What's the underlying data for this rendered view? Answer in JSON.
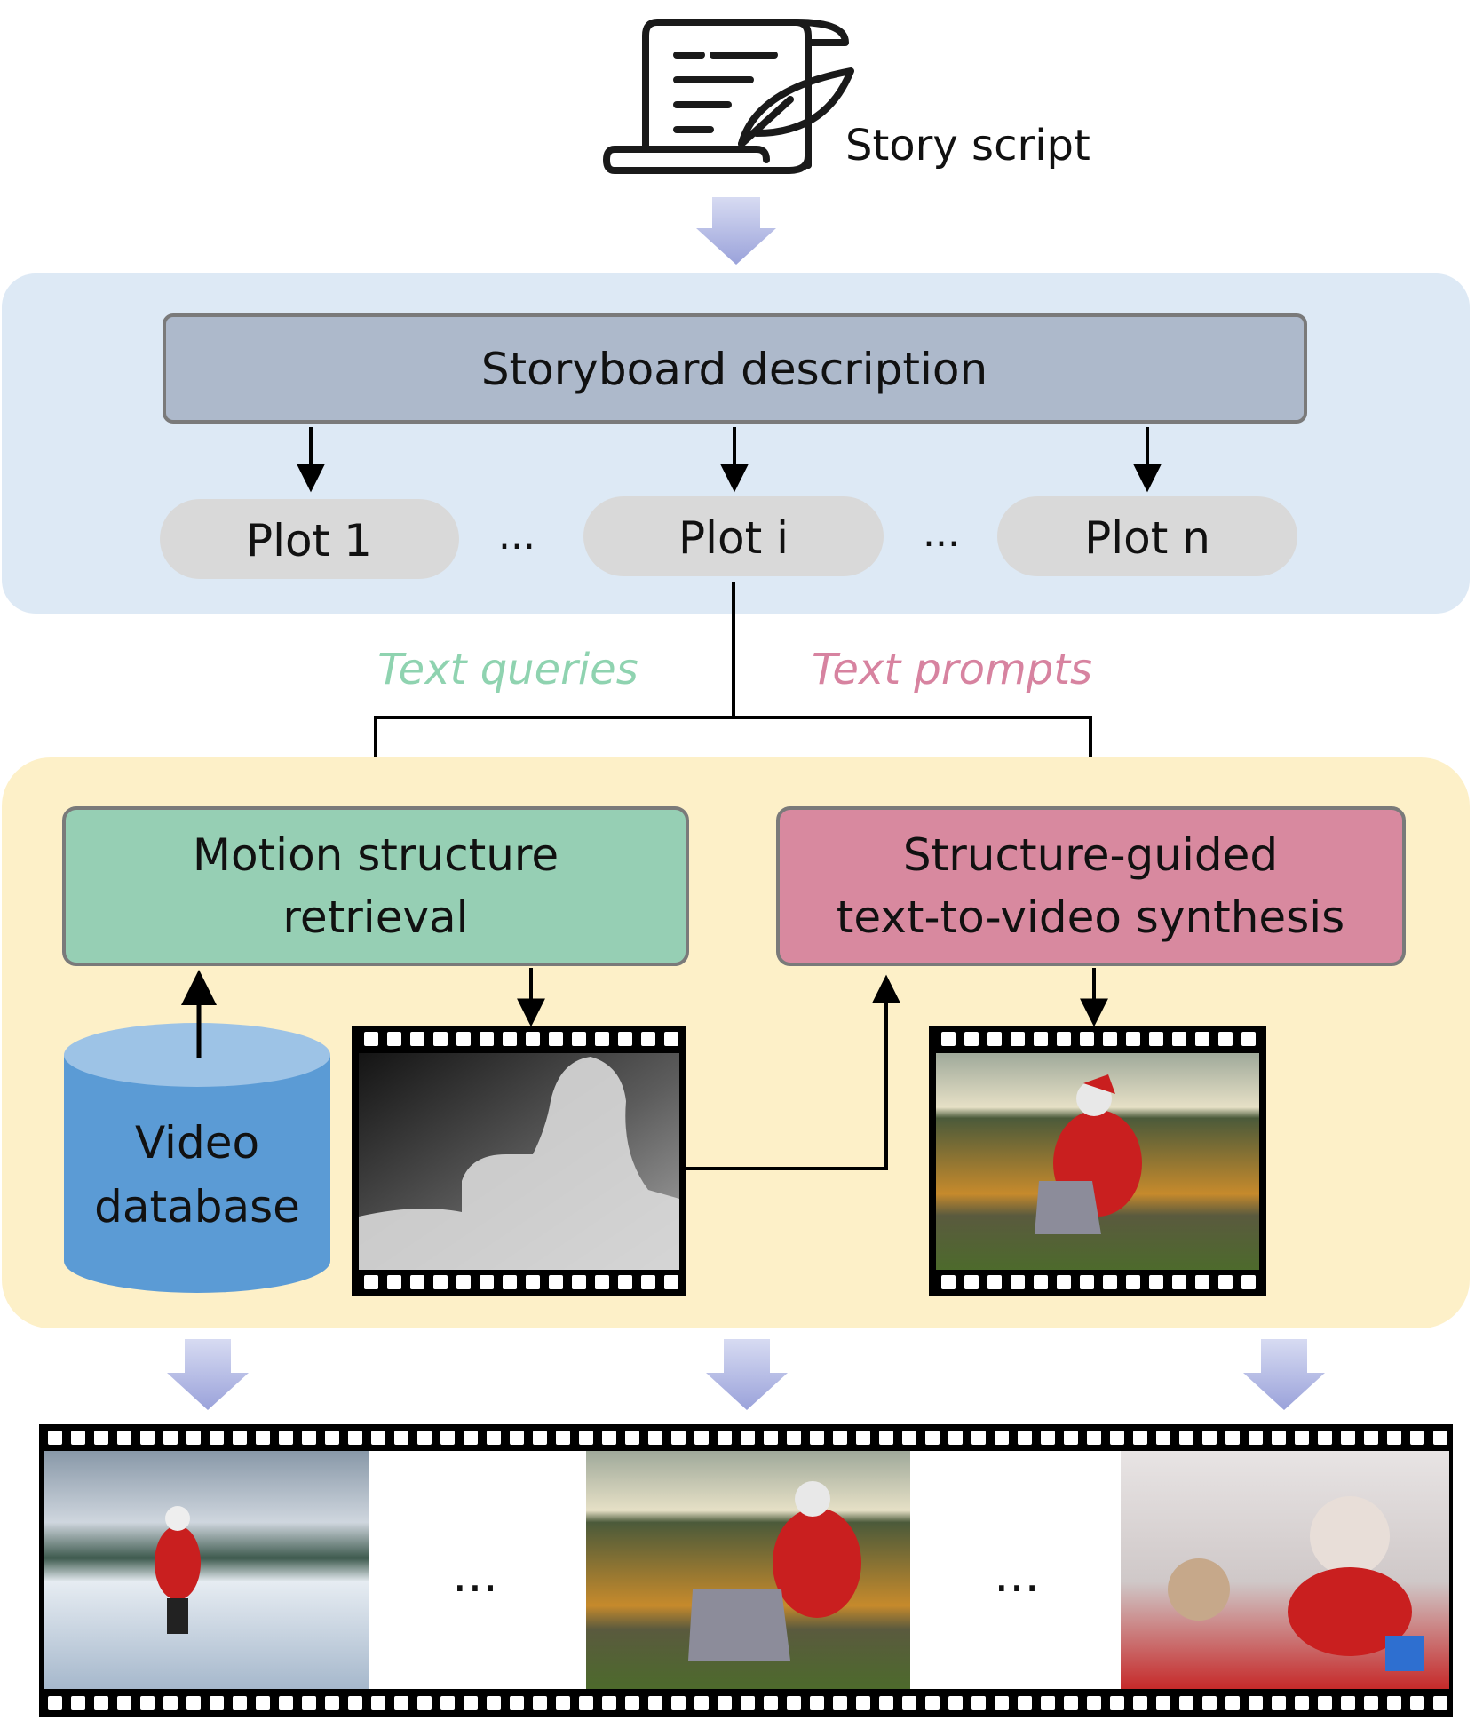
{
  "story": {
    "label": "Story script",
    "icon": "script-scroll-icon"
  },
  "storyboard": {
    "label": "Storyboard description"
  },
  "plots": [
    {
      "label": "Plot 1"
    },
    {
      "label": "Plot i"
    },
    {
      "label": "Plot n"
    }
  ],
  "ellipsis": "...",
  "edges": {
    "queries": "Text queries",
    "prompts": "Text prompts"
  },
  "retrieval": {
    "line1": "Motion structure",
    "line2": "retrieval"
  },
  "synthesis": {
    "line1": "Structure-guided",
    "line2": "text-to-video synthesis"
  },
  "database": {
    "line1": "Video",
    "line2": "database"
  },
  "colors": {
    "storyboard_panel": "#dde9f5",
    "storyboard_box": "#adb9cb",
    "plot_pill": "#d9d9d9",
    "synthesis_panel": "#fdf0c8",
    "retrieval_box": "#96cfb4",
    "synthesis_box": "#d8899f",
    "queries_text": "#8fd3b0",
    "prompts_text": "#d783a0",
    "database_body": "#5b9bd5",
    "database_top": "#9dc3e6",
    "flow_arrow": "#aeb4e0"
  }
}
